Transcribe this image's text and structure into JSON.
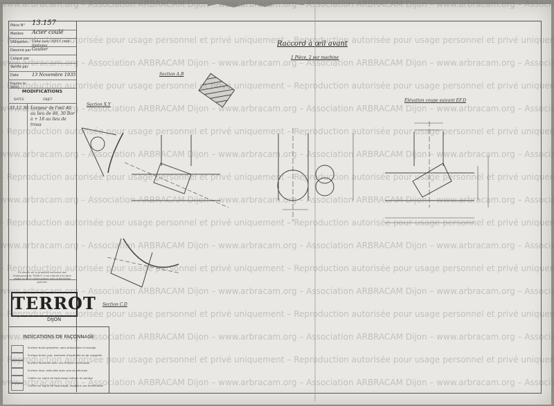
{
  "title_block": {
    "rows": [
      {
        "key": "Pièce N°",
        "value": "13.157"
      },
      {
        "key": "Matière",
        "value": "Acier coulé"
      },
      {
        "key": "Utilisation",
        "value": "Tube avec 10/11 (non finitions)"
      },
      {
        "key": "Dessiné par",
        "value": "Gautier"
      },
      {
        "key": "Calqué par",
        "value": ""
      },
      {
        "key": "Vérifié par",
        "value": ""
      },
      {
        "key": "Date",
        "value": "13 Novembre 1935"
      },
      {
        "key": "Registre de dessin",
        "value": ""
      }
    ],
    "modifications_title": "MODIFICATIONS",
    "mod_dates_header": "DATES",
    "mod_objet_header": "OBJET",
    "mod_date": "31.12.36",
    "mod_text": "Largeur de l'œil 46 au lieu de 48, 30 Bor à + 18 au lieu de trous"
  },
  "notice": "Ce dessin est la propriété exclusive des Établissements TERROT. Il est interdit d'en faire usage ou de le communiquer sans autorisation spéciale.",
  "logo": {
    "brand": "TERROT",
    "city": "DIJON"
  },
  "indications": {
    "title": "INDICATIONS DE FAÇONNAGE",
    "items": [
      "Surface brute grossière, sans préparation d'usinage",
      "Surface brute unie, exempte d'aspérités ou de rugosités",
      "Surface façonnée avec une finition convenable",
      "Surface lisse, exécutée avec soin et précision",
      "Chiffre sur signe de façonnage indique le nombre",
      "Chiffre sur signe de façonnage, exigeant une rectification"
    ]
  },
  "drawing": {
    "main_title": "Raccord à œil avant",
    "subtitle": "1 Pièce, 2 sur machine",
    "sections": {
      "ab": "Section A.B",
      "xy": "Section X.Y",
      "elevation": "Élévation coupe suivant EF.D",
      "cd": "Section C.D"
    }
  },
  "watermark_lines": [
    "www.arbracam.org – Association ARBRACAM Dijon – www.arbracam.org – Association ARBRACAM Dijon – www.arbracam.org – Association ARBRACAM Dijon – www.arbracam.org – Association ARBRACAM",
    "– Reproduction autorisée pour usage personnel et privé uniquement – Reproduction autorisée pour usage personnel et privé uniquement – Reproduction autorisée pour usage personnel et privé uniquement –"
  ]
}
